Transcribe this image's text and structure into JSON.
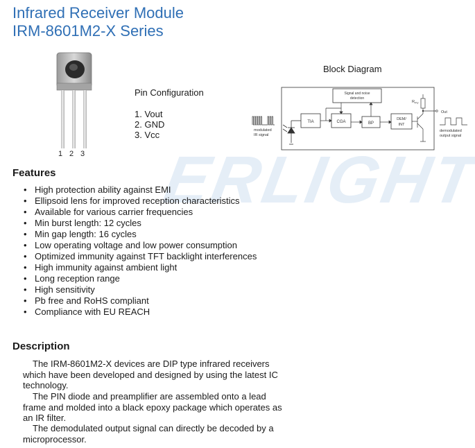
{
  "header": {
    "title_line1": "Infrared Receiver Module",
    "title_line2": "IRM-8601M2-X Series",
    "color": "#2f6fb5"
  },
  "product_image": {
    "pin_numbers": [
      "1",
      "2",
      "3"
    ]
  },
  "pin_configuration": {
    "title": "Pin Configuration",
    "pins": [
      "1. Vout",
      "2. GND",
      "3. Vcc"
    ]
  },
  "block_diagram": {
    "title": "Block Diagram",
    "blocks": {
      "detection": "Signal and noise detection",
      "tia": "TIA",
      "cga": "CGA",
      "bp": "BP",
      "dem_line1": "DEM/",
      "dem_line2": "INT",
      "rpu": "R",
      "rpu_sub": "PU",
      "out": "Out",
      "input_label_line1": "modulated",
      "input_label_line2": "IR signal",
      "output_label_line1": "demodulated",
      "output_label_line2": "output signal"
    }
  },
  "watermark": "ERLIGHT",
  "features": {
    "title": "Features",
    "bullet": "•",
    "items": [
      "High protection ability against EMI",
      "Ellipsoid lens for improved reception characteristics",
      "Available for various carrier frequencies",
      "Min burst length: 12 cycles",
      "Min gap length: 16 cycles",
      "Low operating voltage and low power consumption",
      "Optimized immunity against TFT backlight interferences",
      "High immunity against ambient light",
      "Long reception range",
      "High sensitivity",
      "Pb free and RoHS compliant",
      "Compliance with EU REACH"
    ]
  },
  "description": {
    "title": "Description",
    "p1": "The IRM-8601M2-X devices are DIP type infrared receivers which have been developed and designed by using the latest IC technology.",
    "p2": "The PIN diode and preamplifier are assembled onto a lead frame and molded into a black epoxy package which operates as an IR filter.",
    "p3": "The demodulated output signal can directly be decoded by a microprocessor."
  }
}
